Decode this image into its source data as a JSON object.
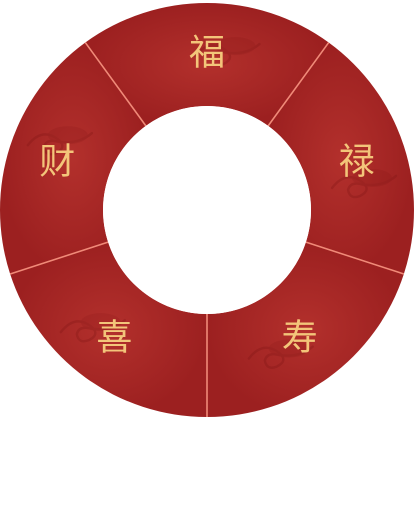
{
  "wheel": {
    "segments": [
      {
        "label": "福"
      },
      {
        "label": "禄"
      },
      {
        "label": "寿"
      },
      {
        "label": "喜"
      },
      {
        "label": "财"
      }
    ],
    "colors": {
      "segment_fill": "#a32422",
      "segment_fill_dark": "#8f1c1b",
      "divider": "#f08a78",
      "text": "#f3c57a",
      "center": "#ffffff",
      "decor": "#7a1414"
    }
  }
}
